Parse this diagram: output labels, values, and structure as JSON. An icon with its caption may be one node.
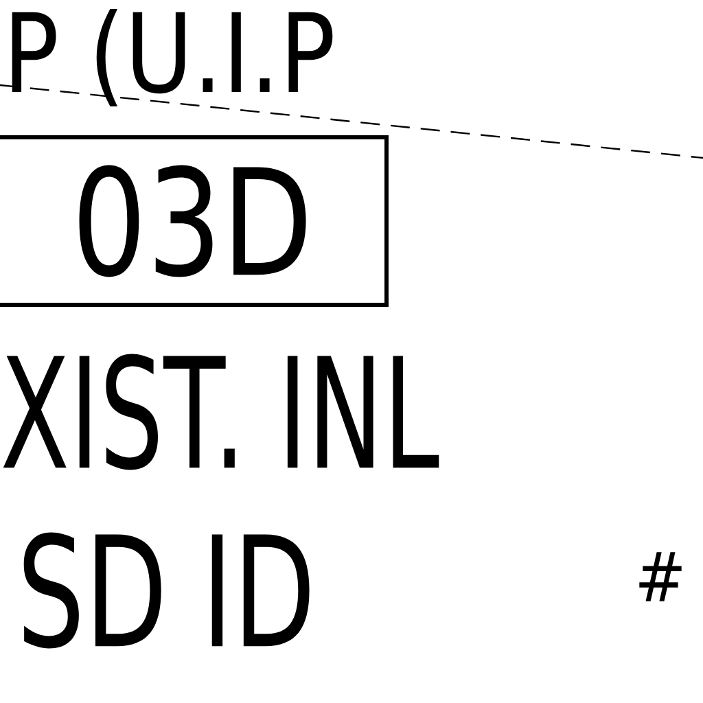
{
  "diagram": {
    "nodes": [
      {
        "text": [
          "03D"
        ]
      }
    ],
    "labels": [
      "P (U.I.P",
      "XIST. INL",
      "SD ID",
      "#"
    ]
  }
}
